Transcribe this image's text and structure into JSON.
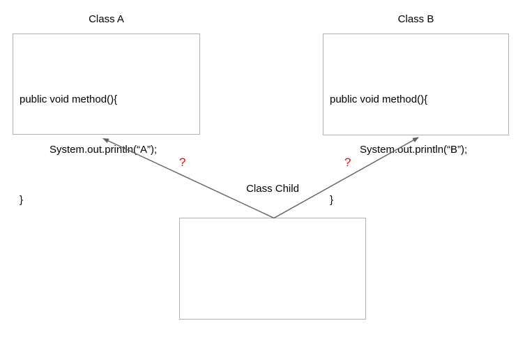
{
  "diagram": {
    "class_a": {
      "title": "Class A",
      "code": [
        "public void method(){",
        "System.out.println(“A”);",
        "}"
      ]
    },
    "class_b": {
      "title": "Class B",
      "code": [
        "public void method(){",
        "System.out.println(“B”);",
        "}"
      ]
    },
    "child": {
      "title": "Class Child"
    },
    "left_question": "?",
    "right_question": "?",
    "colors": {
      "question": "#ff0000",
      "arrow": "#606060",
      "box_border": "#b0b0b0",
      "text": "#000000"
    }
  }
}
